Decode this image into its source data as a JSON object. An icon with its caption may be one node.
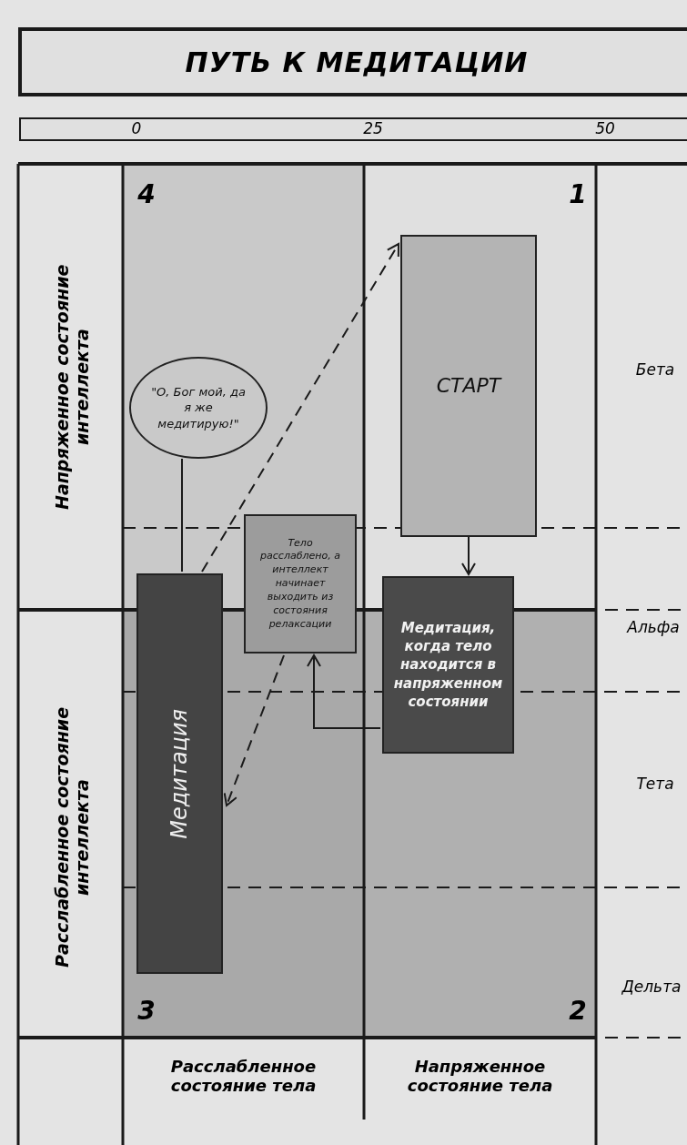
{
  "diagram": {
    "title": "ПУТЬ К МЕДИТАЦИИ",
    "nodes": [
      {
        "text": [
          "СТАРТ"
        ]
      },
      {
        "text": [
          "Медитация, когда тело находится в напряженном состоянии"
        ]
      },
      {
        "text": [
          "Тело расслаблено, а интеллект начинает выходить из состояния релаксации"
        ]
      },
      {
        "text": [
          "Медитация"
        ]
      },
      {
        "text": [
          "\"О, Бог мой, да я же медитирую!\""
        ]
      }
    ],
    "edges": [
      {
        "from": 0,
        "to": 1,
        "arrow": "to"
      },
      {
        "from": 1,
        "to": 2,
        "arrow": "to"
      },
      {
        "from": 2,
        "to": 3,
        "arrow": "to",
        "style": "dashed"
      },
      {
        "from": 3,
        "to": 0,
        "arrow": "to",
        "style": "dashed"
      },
      {
        "from": 4,
        "to": 3,
        "arrow": "none"
      }
    ],
    "labels": [
      "0",
      "25",
      "50",
      "4",
      "1",
      "Бета",
      "Напряженное состояние интеллекта",
      "Альфа",
      "Расслабленное состояние интеллекта",
      "Тета",
      "Дельта",
      "3",
      "2",
      "Расслабленное состояние тела",
      "Напряженное состояние тела"
    ]
  }
}
